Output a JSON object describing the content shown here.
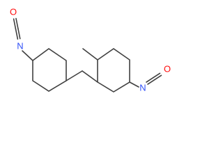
{
  "molecule": {
    "atoms": {
      "left_isocyanate_o": {
        "symbol": "O",
        "color": "#ff0d0d"
      },
      "left_isocyanate_n": {
        "symbol": "N",
        "color": "#3050f8"
      },
      "right_isocyanate_n": {
        "symbol": "N",
        "color": "#3050f8"
      },
      "right_isocyanate_o": {
        "symbol": "O",
        "color": "#ff0d0d"
      }
    },
    "bond_color": "#404040",
    "background": "#ffffff"
  }
}
